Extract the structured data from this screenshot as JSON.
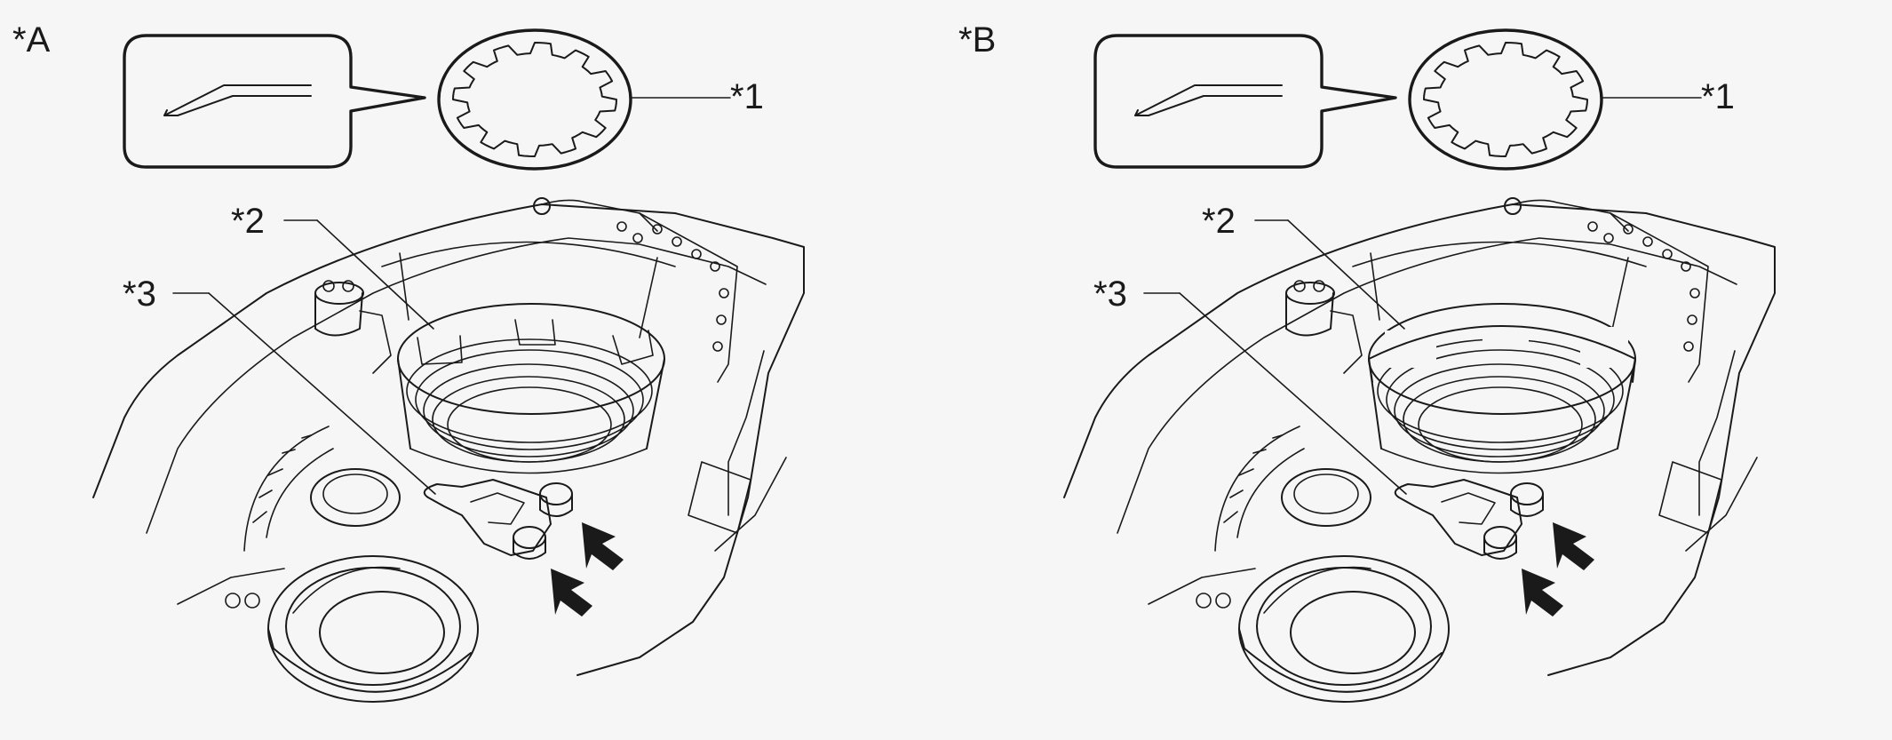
{
  "panels": [
    {
      "id": "A",
      "label": "*A",
      "callouts": {
        "c1": "*1",
        "c2": "*2",
        "c3": "*3"
      },
      "show_tabs": true
    },
    {
      "id": "B",
      "label": "*B",
      "callouts": {
        "c1": "*1",
        "c2": "*2",
        "c3": "*3"
      },
      "show_tabs": false
    }
  ],
  "colors": {
    "line": "#1a1a1a",
    "background": "#f6f6f6"
  },
  "icons": [
    "arrow-icon",
    "snap-ring-icon",
    "cross-section-icon"
  ]
}
